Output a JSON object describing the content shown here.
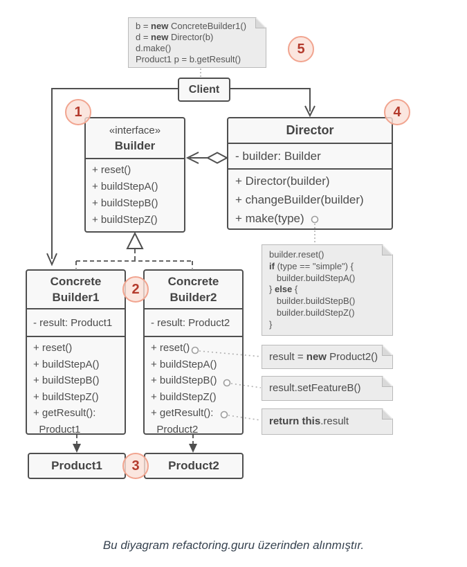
{
  "classes": {
    "client": {
      "name": "Client"
    },
    "builder": {
      "stereotype": "«interface»",
      "name": "Builder",
      "methods": [
        "+ reset()",
        "+ buildStepA()",
        "+ buildStepB()",
        "+ buildStepZ()"
      ]
    },
    "director": {
      "name": "Director",
      "field": "- builder: Builder",
      "methods": [
        "+ Director(builder)",
        "+ changeBuilder(builder)",
        "+ make(type)"
      ]
    },
    "concreteBuilder1": {
      "name_lines": [
        "Concrete",
        "Builder1"
      ],
      "field": "- result: Product1",
      "methods": [
        "+ reset()",
        "+ buildStepA()",
        "+ buildStepB()",
        "+ buildStepZ()",
        "+ getResult():",
        "  Product1"
      ]
    },
    "concreteBuilder2": {
      "name_lines": [
        "Concrete",
        "Builder2"
      ],
      "field": "- result: Product2",
      "methods": [
        "+ reset()",
        "+ buildStepA()",
        "+ buildStepB()",
        "+ buildStepZ()",
        "+ getResult():",
        "  Product2"
      ]
    },
    "product1": {
      "name": "Product1"
    },
    "product2": {
      "name": "Product2"
    }
  },
  "notes": {
    "client_code": {
      "lines": [
        [
          {
            "t": "b = "
          },
          {
            "t": "new",
            "b": true
          },
          {
            "t": " ConcreteBuilder1()"
          }
        ],
        [
          {
            "t": "d = "
          },
          {
            "t": "new",
            "b": true
          },
          {
            "t": " Director(b)"
          }
        ],
        [
          {
            "t": "d.make()"
          }
        ],
        [
          {
            "t": "Product1 p = b.getResult()"
          }
        ]
      ]
    },
    "make_code": {
      "lines": [
        [
          {
            "t": "builder.reset()"
          }
        ],
        [
          {
            "t": "if",
            "b": true
          },
          {
            "t": " (type == \"simple\") {"
          }
        ],
        [
          {
            "t": "   builder.buildStepA()"
          }
        ],
        [
          {
            "t": "} "
          },
          {
            "t": "else",
            "b": true
          },
          {
            "t": " {"
          }
        ],
        [
          {
            "t": "   builder.buildStepB()"
          }
        ],
        [
          {
            "t": "   builder.buildStepZ()"
          }
        ],
        [
          {
            "t": "}"
          }
        ]
      ]
    },
    "reset_code": {
      "lines": [
        [
          {
            "t": "result = "
          },
          {
            "t": "new",
            "b": true
          },
          {
            "t": " Product2()"
          }
        ]
      ]
    },
    "stepB_code": {
      "lines": [
        [
          {
            "t": "result.setFeatureB()"
          }
        ]
      ]
    },
    "getresult_code": {
      "lines": [
        [
          {
            "t": "return this",
            "b": true
          },
          {
            "t": ".result"
          }
        ]
      ]
    }
  },
  "badges": {
    "b1": "1",
    "b2": "2",
    "b3": "3",
    "b4": "4",
    "b5": "5"
  },
  "caption": "Bu diyagram refactoring.guru üzerinden alınmıştır.",
  "colors": {
    "box_border": "#4f4f4f",
    "box_fill": "#f8f8f8",
    "note_fill": "#ececec",
    "note_border": "#b9b9b9",
    "badge_red": "#b33a2c",
    "badge_ring": "#f1a48f",
    "text": "#4a4a4a",
    "caption_text": "#36424f"
  }
}
